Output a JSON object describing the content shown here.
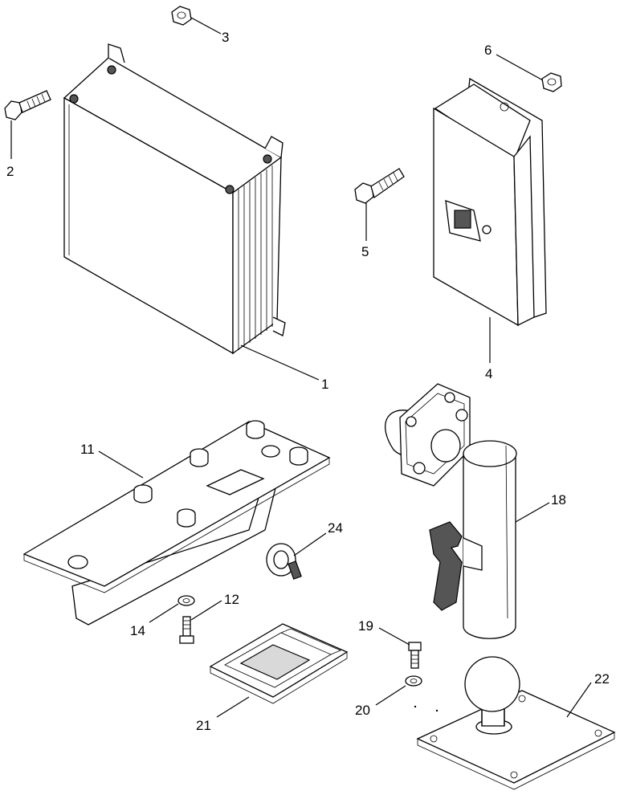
{
  "callouts": {
    "c1": "1",
    "c2": "2",
    "c3": "3",
    "c4": "4",
    "c5": "5",
    "c6": "6",
    "c11": "11",
    "c12": "12",
    "c14": "14",
    "c18": "18",
    "c19": "19",
    "c20": "20",
    "c21": "21",
    "c22": "22",
    "c24": "24"
  }
}
